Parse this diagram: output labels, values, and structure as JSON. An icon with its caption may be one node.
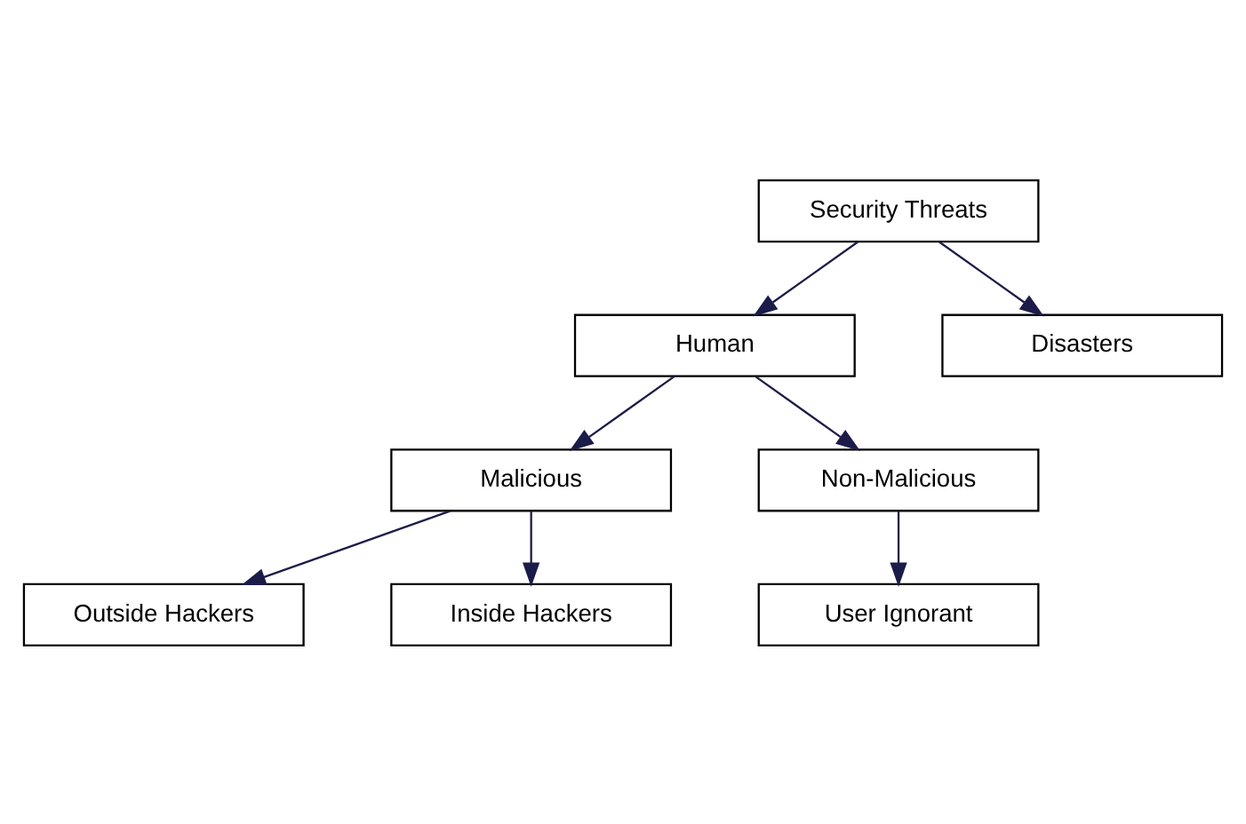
{
  "diagram": {
    "nodes": [
      {
        "text": [
          "Security Threats"
        ]
      },
      {
        "text": [
          "Human"
        ]
      },
      {
        "text": [
          "Disasters"
        ]
      },
      {
        "text": [
          "Malicious"
        ]
      },
      {
        "text": [
          "Non-Malicious"
        ]
      },
      {
        "text": [
          "Outside Hackers"
        ]
      },
      {
        "text": [
          "Inside Hackers"
        ]
      },
      {
        "text": [
          "User Ignorant"
        ]
      }
    ],
    "edges": [
      {
        "from": 0,
        "to": 1,
        "arrow": "to"
      },
      {
        "from": 0,
        "to": 2,
        "arrow": "to"
      },
      {
        "from": 1,
        "to": 3,
        "arrow": "to"
      },
      {
        "from": 1,
        "to": 4,
        "arrow": "to"
      },
      {
        "from": 3,
        "to": 5,
        "arrow": "to"
      },
      {
        "from": 3,
        "to": 6,
        "arrow": "to"
      },
      {
        "from": 4,
        "to": 7,
        "arrow": "to"
      }
    ]
  }
}
